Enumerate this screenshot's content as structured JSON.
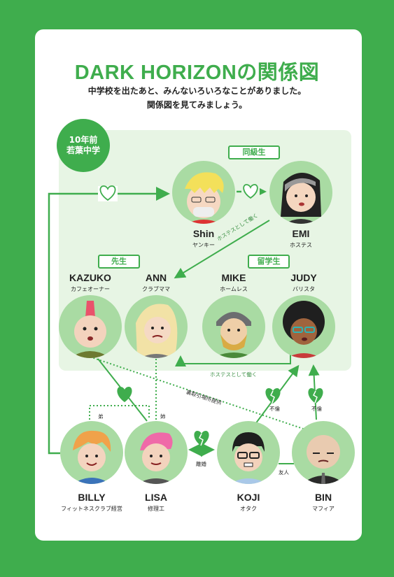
{
  "title": "DARK HORIZONの関係図",
  "subtitle_line1": "中学校を出たあと、みんないろいろなことがありました。",
  "subtitle_line2": "関係図を見てみましょう。",
  "badge": {
    "line1": "10年前",
    "line2": "若葉中学"
  },
  "tags": {
    "classmates": "同級生",
    "teacher": "先生",
    "exchange": "留学生"
  },
  "characters": [
    {
      "id": "shin",
      "name": "Shin",
      "role": "ヤンキー"
    },
    {
      "id": "emi",
      "name": "EMI",
      "role": "ホステス"
    },
    {
      "id": "kazuko",
      "name": "KAZUKO",
      "role": "カフェオーナー"
    },
    {
      "id": "ann",
      "name": "ANN",
      "role": "クラブママ"
    },
    {
      "id": "mike",
      "name": "MIKE",
      "role": "ホームレス"
    },
    {
      "id": "judy",
      "name": "JUDY",
      "role": "バリスタ"
    },
    {
      "id": "billy",
      "name": "BILLY",
      "role": "フィットネスクラブ経営"
    },
    {
      "id": "lisa",
      "name": "LISA",
      "role": "修理工"
    },
    {
      "id": "koji",
      "name": "KOJI",
      "role": "オタク"
    },
    {
      "id": "bin",
      "name": "BIN",
      "role": "マフィア"
    }
  ],
  "relations": {
    "emi_ann": "ホステスとして働く",
    "judy_ann": "ホステスとして働く",
    "bin_kazuko": "裏取引場所提供",
    "affair1": "不倫",
    "affair2": "不倫",
    "younger_brother": "弟",
    "older_sister": "姉",
    "divorce": "離婚",
    "friend": "友人"
  },
  "colors": {
    "green": "#3fad4d",
    "panel": "#e7f5e4",
    "avatar_bg": "#a9dba3"
  }
}
